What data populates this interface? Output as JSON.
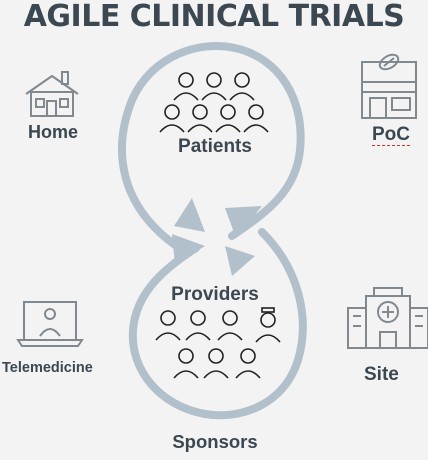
{
  "title": "AGILE CLINICAL TRIALS",
  "labels": {
    "home": "Home",
    "poc": "PoC",
    "patients": "Patients",
    "providers": "Providers",
    "telemedicine": "Telemedicine",
    "site": "Site",
    "sponsors": "Sponsors"
  },
  "colors": {
    "loop": "#b2c0cc",
    "text": "#3b4751",
    "icon": "#808890"
  }
}
